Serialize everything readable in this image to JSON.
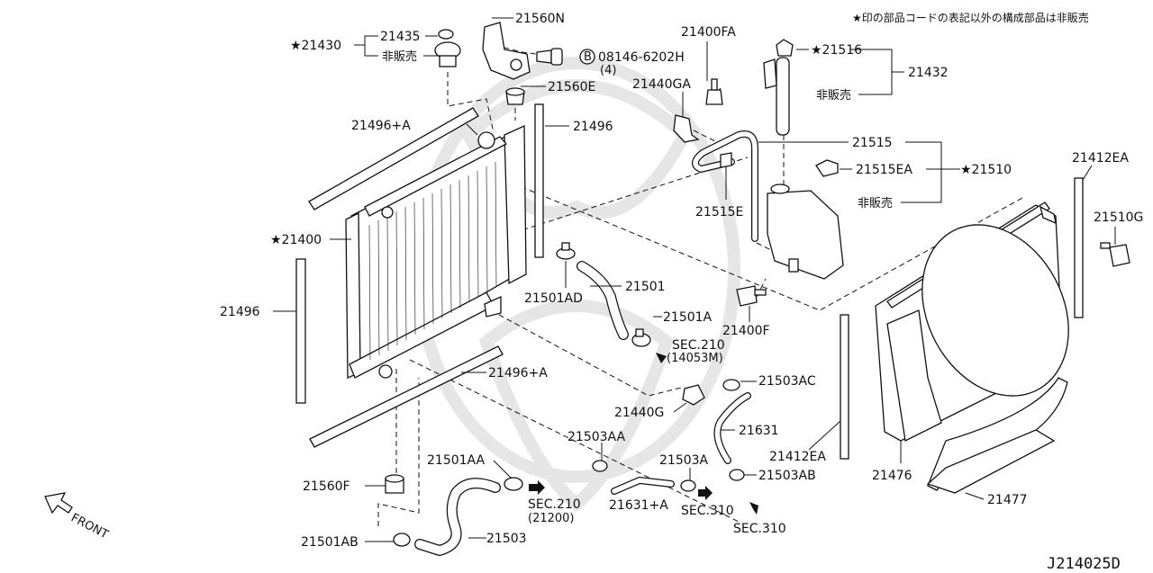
{
  "note": "★印の部品コードの表記以外の構成部品は非販売",
  "diagram_code": "J214025D",
  "front_label": "FRONT",
  "labels": {
    "p21430": "★21430",
    "p21435": "21435",
    "p21430_nonsale": "非販売",
    "p21560N": "21560N",
    "p08146": "08146-6202H",
    "p08146_qty": "(4)",
    "p21560E": "21560E",
    "p21400FA": "21400FA",
    "p21440GA": "21440GA",
    "p21516": "★21516",
    "p21432": "21432",
    "p21432_nonsale": "非販売",
    "p21496A_top": "21496+A",
    "p21496_top": "21496",
    "p21515": "21515",
    "p21515EA": "21515EA",
    "p21510": "★21510",
    "p21515E": "21515E",
    "p21510_nonsale": "非販売",
    "p21412EA_top": "21412EA",
    "p21510G": "21510G",
    "p21400": "★21400",
    "p21501AD": "21501AD",
    "p21501": "21501",
    "p21400F": "21400F",
    "p21496_left": "21496",
    "p21501A": "21501A",
    "sec210a": "SEC.210",
    "sec210a_sub": "(14053M)",
    "p21496A_bottom": "21496+A",
    "p21503AC": "21503AC",
    "p21440G": "21440G",
    "p21631": "21631",
    "p21412EA_bottom": "21412EA",
    "p21503AA": "21503AA",
    "p21501AA": "21501AA",
    "p21503A": "21503A",
    "p21503AB": "21503AB",
    "p21476": "21476",
    "p21560F": "21560F",
    "sec210b": "SEC.210",
    "sec210b_sub": "(21200)",
    "p21631A": "21631+A",
    "sec310a": "SEC.310",
    "sec310b": "SEC.310",
    "p21477": "21477",
    "p21501AB": "21501AB",
    "p21503": "21503"
  }
}
